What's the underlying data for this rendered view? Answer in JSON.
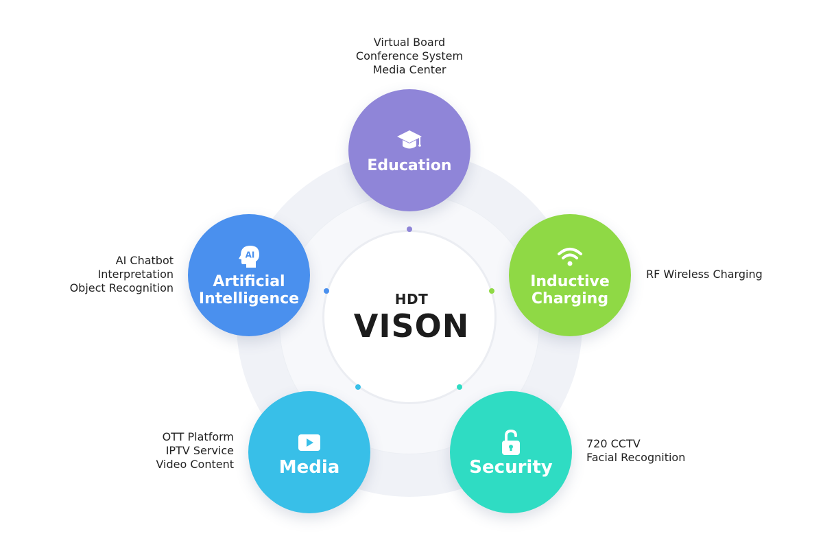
{
  "center": {
    "subtitle": "HDT",
    "title": "VISON"
  },
  "colors": {
    "education": "#8f85d8",
    "inductive": "#8fd945",
    "security": "#2fdcc3",
    "media": "#38bfe8",
    "ai": "#4a90ee"
  },
  "nodes": {
    "education": {
      "label": "Education",
      "icon": "graduation-cap-icon",
      "items": [
        "Virtual Board",
        "Conference System",
        "Media Center"
      ]
    },
    "inductive": {
      "label": "Inductive\nCharging",
      "icon": "wifi-icon",
      "items": [
        "RF Wireless Charging"
      ]
    },
    "security": {
      "label": "Security",
      "icon": "unlock-icon",
      "items": [
        "720 CCTV",
        "Facial Recognition"
      ]
    },
    "media": {
      "label": "Media",
      "icon": "play-icon",
      "items": [
        "OTT Platform",
        "IPTV Service",
        "Video Content"
      ]
    },
    "ai": {
      "label": "Artificial\nIntelligence",
      "icon": "ai-head-icon",
      "icon_text": "AI",
      "items": [
        "AI Chatbot",
        "Interpretation",
        "Object Recognition"
      ]
    }
  }
}
